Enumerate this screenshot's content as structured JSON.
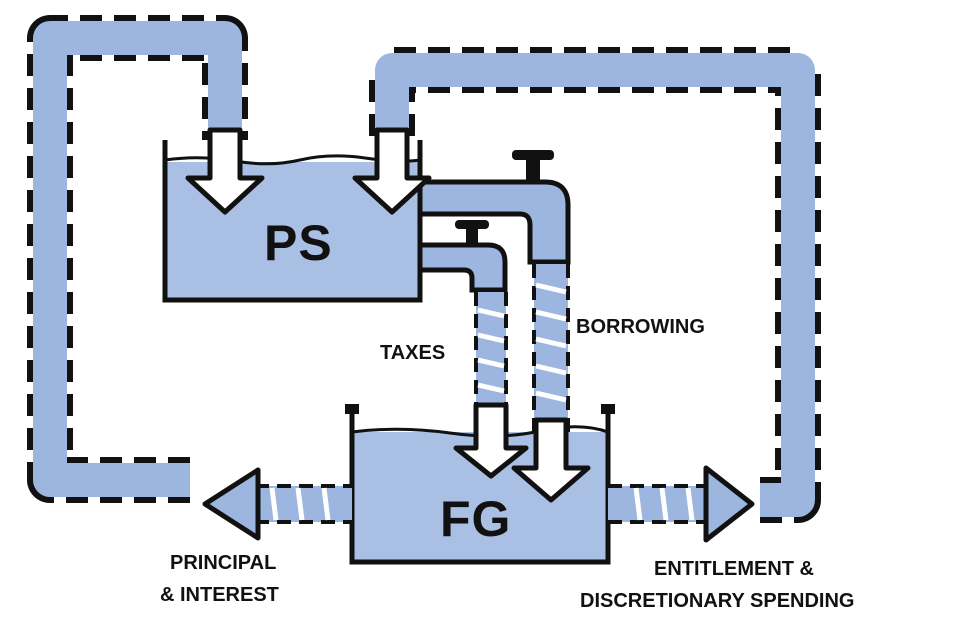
{
  "colors": {
    "water": "#a9bfe3",
    "pipe": "#9db6e0",
    "ink": "#111111",
    "arrow_fill": "#ffffff",
    "background": "#ffffff"
  },
  "tanks": {
    "ps": {
      "label": "PS"
    },
    "fg": {
      "label": "FG"
    }
  },
  "flows": {
    "taxes": "TAXES",
    "borrowing": "BORROWING",
    "principal_line1": "PRINCIPAL",
    "principal_line2": "& INTEREST",
    "spending_line1": "ENTITLEMENT &",
    "spending_line2": "DISCRETIONARY SPENDING"
  }
}
